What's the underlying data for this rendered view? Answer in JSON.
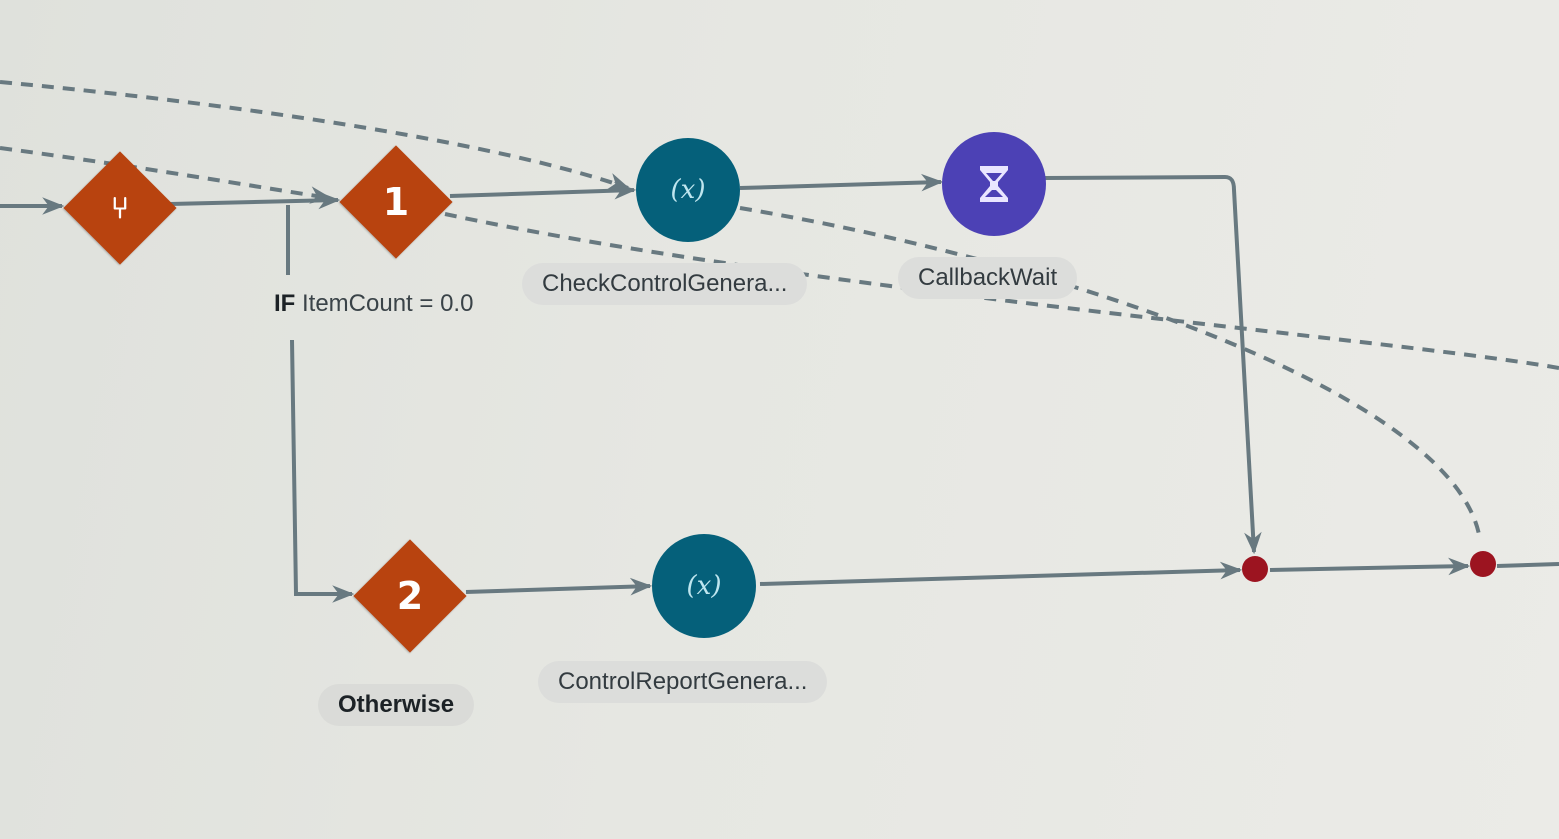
{
  "canvas": {
    "background": "#e4e5e0",
    "edge_color": "#687980",
    "decision_color": "#b8430f",
    "assignment_color": "#05607a",
    "wait_color": "#4c41b5",
    "junction_color": "#9c1420"
  },
  "nodes": {
    "split": {
      "icon": "split-icon",
      "glyph": "⑂"
    },
    "branch1": {
      "number": "1"
    },
    "branch2": {
      "number": "2"
    },
    "check_control": {
      "icon": "variable-icon",
      "glyph": "(x)",
      "label": "CheckControlGenera..."
    },
    "callback_wait": {
      "icon": "hourglass-icon",
      "label": "CallbackWait"
    },
    "control_report": {
      "icon": "variable-icon",
      "glyph": "(x)",
      "label": "ControlReportGenera..."
    }
  },
  "conditions": {
    "if_keyword": "IF",
    "if_expression": "ItemCount = 0.0",
    "otherwise": "Otherwise"
  }
}
